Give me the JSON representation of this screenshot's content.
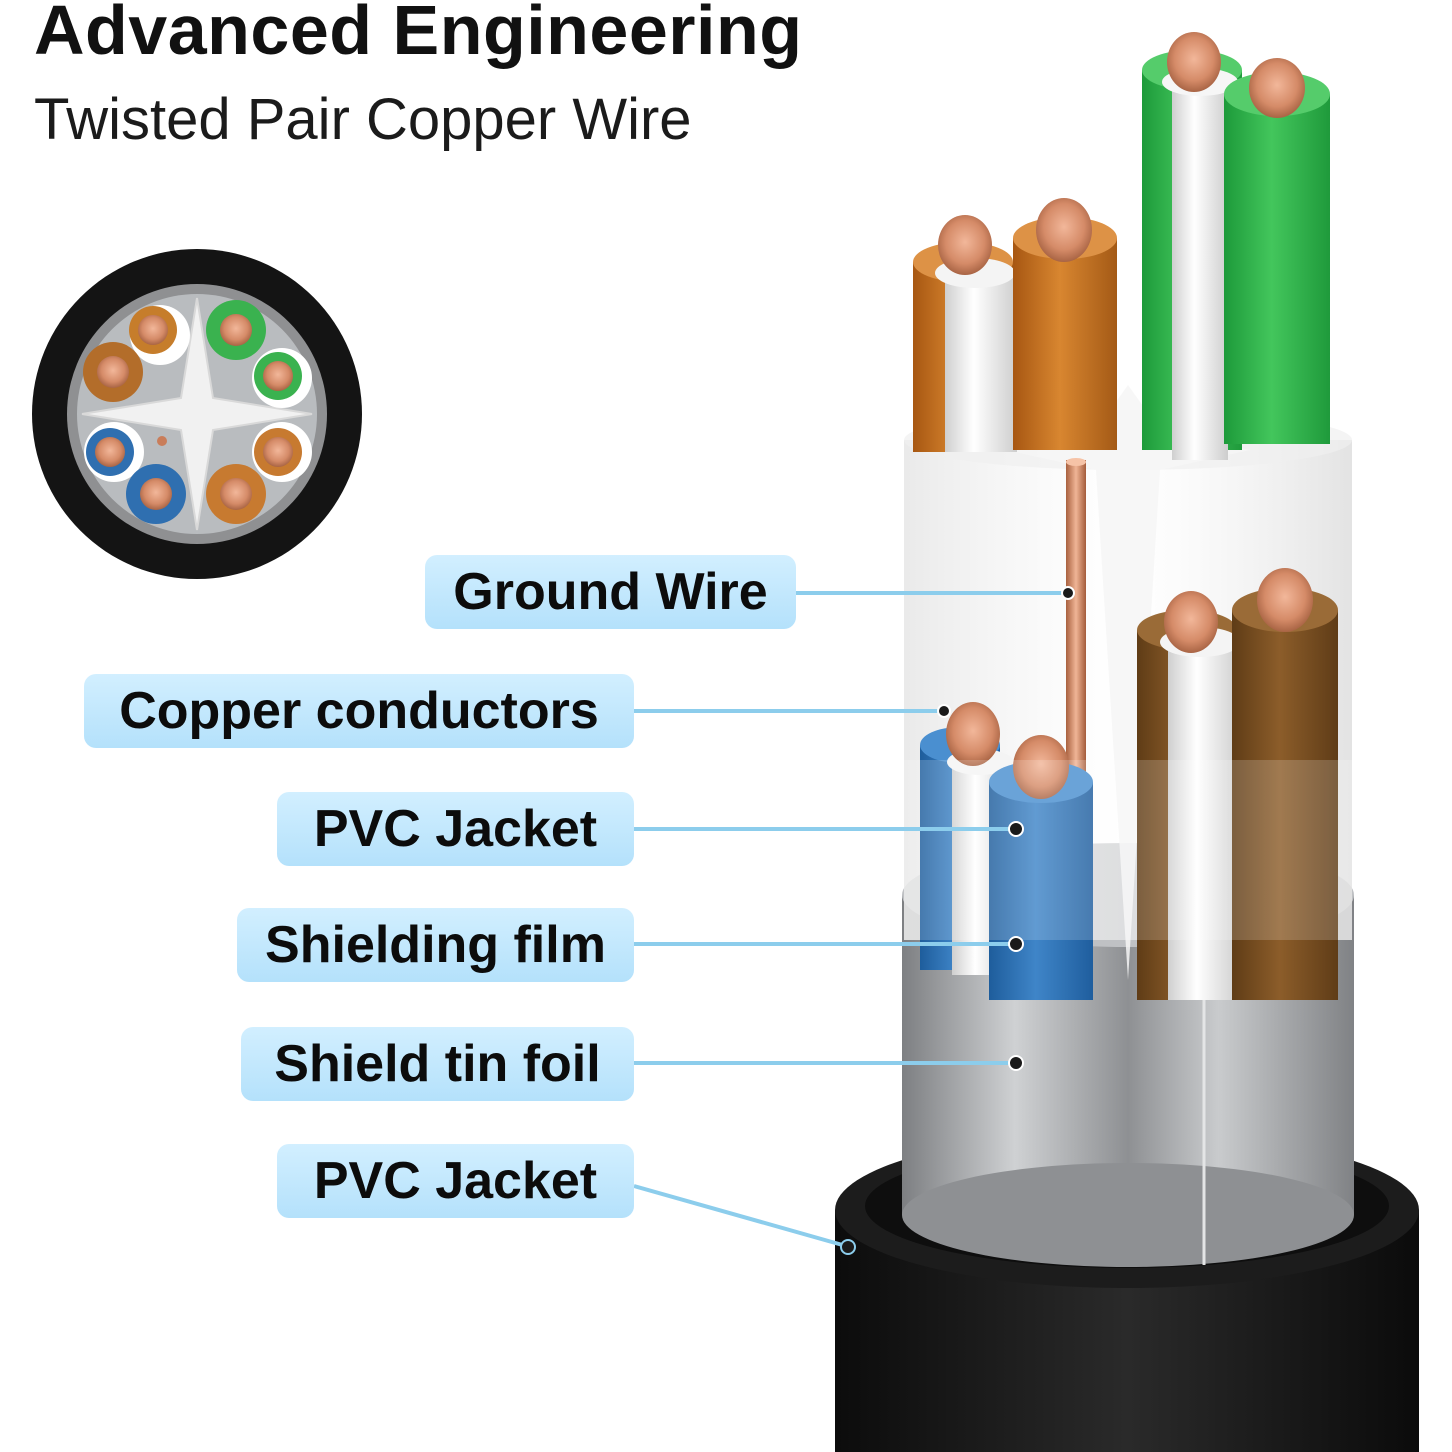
{
  "header": {
    "title": "Advanced Engineering",
    "subtitle": "Twisted Pair Copper Wire"
  },
  "callouts": [
    {
      "id": "ground-wire",
      "label": "Ground Wire"
    },
    {
      "id": "copper-conductors",
      "label": "Copper conductors"
    },
    {
      "id": "pvc-jacket-inner",
      "label": "PVC Jacket"
    },
    {
      "id": "shielding-film",
      "label": "Shielding film"
    },
    {
      "id": "shield-tin-foil",
      "label": "Shield tin foil"
    },
    {
      "id": "pvc-jacket-outer",
      "label": "PVC Jacket"
    }
  ],
  "colors": {
    "callout_fill": "#c6e9fc",
    "leader_line": "#8ccdec",
    "copper": "#c97d5a",
    "outer_jacket": "#161616",
    "foil": "#a7a9ab",
    "pair_orange": "#c9731f",
    "pair_green": "#2fb54b",
    "pair_blue": "#2f73b5",
    "pair_brown": "#7a5022",
    "insulation_white": "#f3f3f3"
  }
}
